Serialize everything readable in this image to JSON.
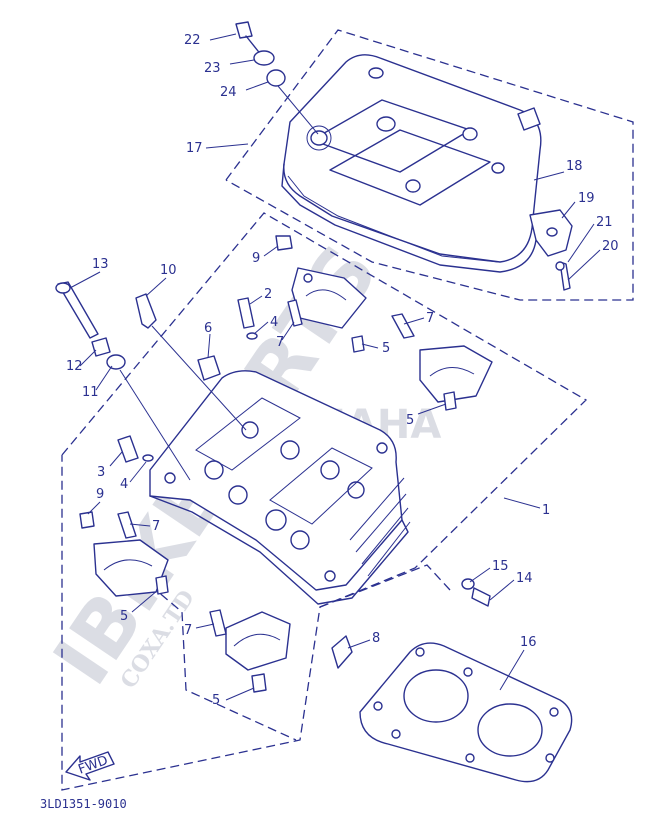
{
  "callouts": [
    "1",
    "2",
    "3",
    "4",
    "4",
    "5",
    "5",
    "5",
    "5",
    "6",
    "7",
    "7",
    "7",
    "7",
    "8",
    "9",
    "9",
    "10",
    "11",
    "12",
    "13",
    "14",
    "15",
    "16",
    "17",
    "18",
    "19",
    "20",
    "21",
    "22",
    "23",
    "24"
  ],
  "fwd_label": "FWD",
  "diagram_code": "3LD1351-9010",
  "watermark": {
    "main": "IBIKEPARTS",
    "sub": "COXA.TD",
    "brand": "YAMAHA"
  },
  "colors": {
    "line": "#2b3190",
    "watermark": "#9aa0b4",
    "background": "#ffffff"
  }
}
